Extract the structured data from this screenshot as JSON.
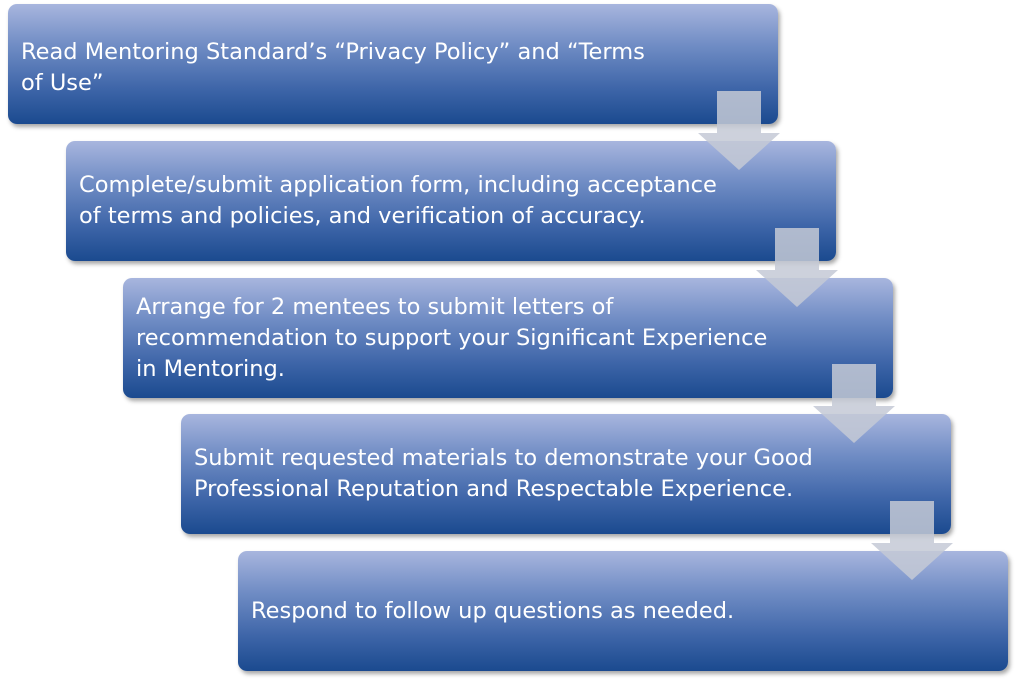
{
  "steps": [
    "Read Mentoring Standard’s “Privacy Policy” and “Terms of Use”",
    "Complete/submit application form, including acceptance of terms and policies, and verification of accuracy.",
    "Arrange for 2 mentees to submit letters of recommendation to support your Significant Experience in Mentoring.",
    "Submit requested materials to demonstrate your Good Professional Reputation and Respectable Experience.",
    "Respond to follow up questions as needed."
  ]
}
